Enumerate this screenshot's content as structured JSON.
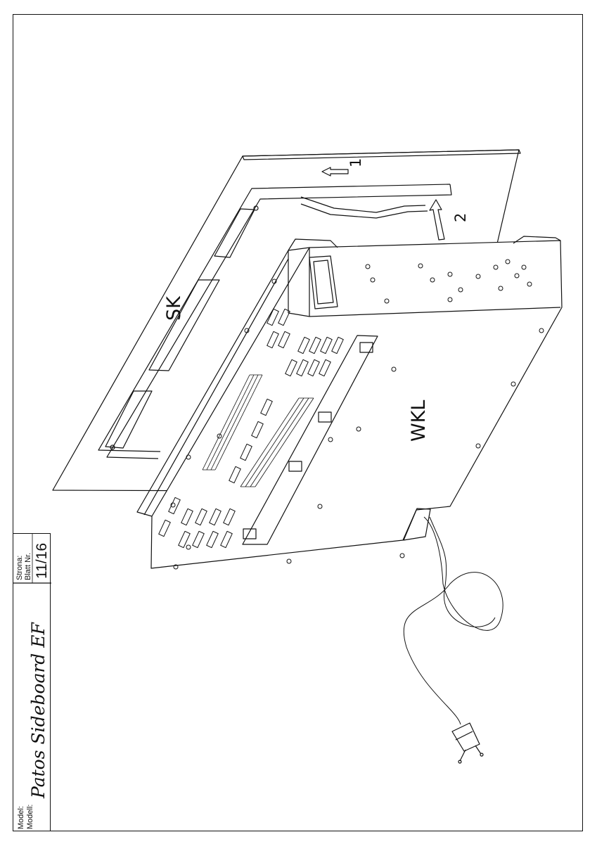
{
  "title_block": {
    "model_label_1": "Model:",
    "model_label_2": "Modell:",
    "model_name": "Patos Sideboard EF",
    "page_label_1": "Strona:",
    "page_label_2": "Blatt Nr.",
    "page_number": "11/16"
  },
  "labels": {
    "panel": "SK",
    "unit": "WKL",
    "step_1": "1",
    "step_2": "2"
  },
  "icons": [
    "up-arrow-icon",
    "diagonal-arrow-icon",
    "power-plug-icon"
  ],
  "colors": {
    "line": "#111111",
    "paper": "#ffffff"
  }
}
